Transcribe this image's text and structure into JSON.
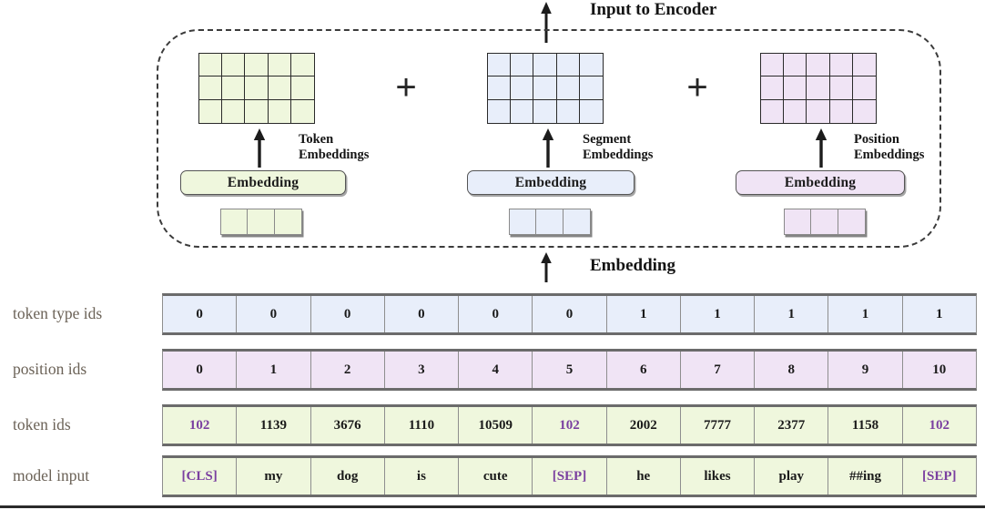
{
  "diagram": {
    "title_top": "Input to Encoder",
    "title_bottom": "Embedding",
    "plus_symbol": "+",
    "columns": [
      {
        "id": "token",
        "caption_line1": "Token",
        "caption_line2": "Embeddings",
        "pill_label": "Embedding",
        "color": "#eff7dd",
        "grid_cols": 5,
        "grid_rows": 3,
        "strip_cells": 3
      },
      {
        "id": "segment",
        "caption_line1": "Segment",
        "caption_line2": "Embeddings",
        "pill_label": "Embedding",
        "color": "#e8eefa",
        "grid_cols": 5,
        "grid_rows": 3,
        "strip_cells": 3
      },
      {
        "id": "position",
        "caption_line1": "Position",
        "caption_line2": "Embeddings",
        "pill_label": "Embedding",
        "color": "#f0e4f5",
        "grid_cols": 5,
        "grid_rows": 3,
        "strip_cells": 3
      }
    ]
  },
  "table": {
    "rows": [
      {
        "label": "token type ids",
        "color": "#e8eefa",
        "values": [
          "0",
          "0",
          "0",
          "0",
          "0",
          "0",
          "1",
          "1",
          "1",
          "1",
          "1"
        ],
        "special_indices": []
      },
      {
        "label": "position ids",
        "color": "#f0e4f5",
        "values": [
          "0",
          "1",
          "2",
          "3",
          "4",
          "5",
          "6",
          "7",
          "8",
          "9",
          "10"
        ],
        "special_indices": []
      },
      {
        "label": "token ids",
        "color": "#eff7dd",
        "values": [
          "102",
          "1139",
          "3676",
          "1110",
          "10509",
          "102",
          "2002",
          "7777",
          "2377",
          "1158",
          "102"
        ],
        "special_indices": [
          0,
          5,
          10
        ]
      },
      {
        "label": "model input",
        "color": "#eff7dd",
        "values": [
          "[CLS]",
          "my",
          "dog",
          "is",
          "cute",
          "[SEP]",
          "he",
          "likes",
          "play",
          "##ing",
          "[SEP]"
        ],
        "special_indices": [
          0,
          5,
          10
        ]
      }
    ],
    "special_color": "#7a3fa0"
  }
}
